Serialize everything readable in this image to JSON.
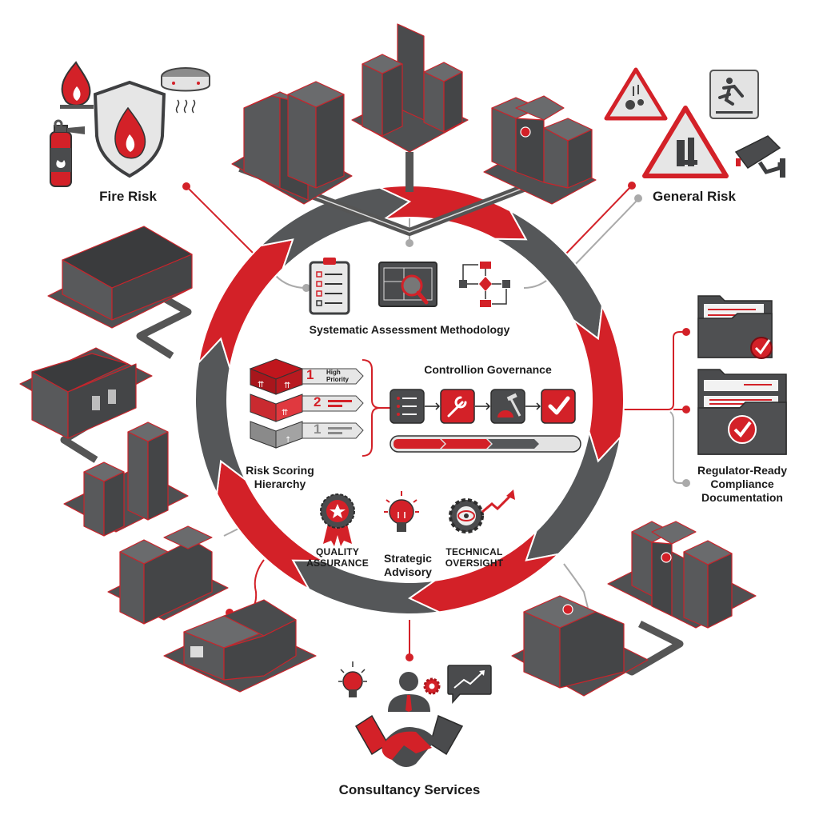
{
  "colors": {
    "red": "#d32128",
    "dark_red": "#a8161c",
    "dark_gray": "#555759",
    "charcoal": "#3e3f41",
    "light_gray": "#d9d9d9",
    "connector_gray": "#aaaaaa",
    "background": "#ffffff"
  },
  "clusters": {
    "fire_risk": {
      "label": "Fire Risk",
      "icons": [
        "flame-icon",
        "smoke-detector-icon",
        "fire-shield-icon",
        "fire-extinguisher-icon"
      ]
    },
    "general_risk": {
      "label": "General Risk",
      "icons": [
        "falling-objects-warning-icon",
        "slip-hazard-sign-icon",
        "machinery-warning-icon",
        "security-camera-icon"
      ]
    },
    "compliance": {
      "label_lines": [
        "Regulator-Ready",
        "Compliance",
        "Documentation"
      ],
      "icons": [
        "approved-folder-icon",
        "approved-folder-stack-icon"
      ]
    },
    "consultancy": {
      "label": "Consultancy Services",
      "icons": [
        "lightbulb-icon",
        "consultant-person-icon",
        "gear-icon",
        "growth-chat-icon",
        "handshake-icon"
      ]
    }
  },
  "center": {
    "methodology": {
      "title": "Systematic Assessment Methodology",
      "icons": [
        "checklist-clipboard-icon",
        "blueprint-magnifier-icon",
        "process-flowchart-icon"
      ]
    },
    "risk_scoring": {
      "title_lines": [
        "Risk Scoring",
        "Hierarchy"
      ],
      "levels": [
        {
          "number": "1",
          "text_lines": [
            "High",
            "Priority"
          ],
          "color": "#c0161d"
        },
        {
          "number": "2",
          "text_lines": [],
          "color": "#d83a3f"
        },
        {
          "number": "1",
          "text_lines": [],
          "color": "#8a8a8a"
        }
      ]
    },
    "governance": {
      "title": "Controllion Governance",
      "steps": [
        {
          "icon": "list-icon",
          "color": "#4a4b4d"
        },
        {
          "icon": "wrench-icon",
          "color": "#d32128"
        },
        {
          "icon": "hardhat-hammer-icon",
          "color": "#4a4b4d"
        },
        {
          "icon": "checkmark-icon",
          "color": "#d32128"
        }
      ],
      "progress_segments": [
        "red",
        "red",
        "gray",
        "light"
      ]
    },
    "pillars": [
      {
        "label_lines": [
          "QUALITY",
          "ASSURANCE"
        ],
        "icon": "quality-badge-icon"
      },
      {
        "label_lines": [
          "Strategic",
          "Advisory"
        ],
        "icon": "lightbulb-icon"
      },
      {
        "label_lines": [
          "TECHNICAL",
          "OVERSIGHT"
        ],
        "icon": "gear-eye-trend-icon"
      }
    ]
  },
  "ring": {
    "segments": [
      "red",
      "gray",
      "red",
      "gray",
      "red",
      "gray",
      "red",
      "gray",
      "red",
      "gray"
    ]
  },
  "buildings": [
    "apartment-blocks",
    "downtown-towers",
    "hospital-complex",
    "warehouse-top",
    "warehouse-mid",
    "office-towers",
    "residential-block",
    "retail-unit",
    "medical-center-right",
    "clinic-bottom-right"
  ]
}
